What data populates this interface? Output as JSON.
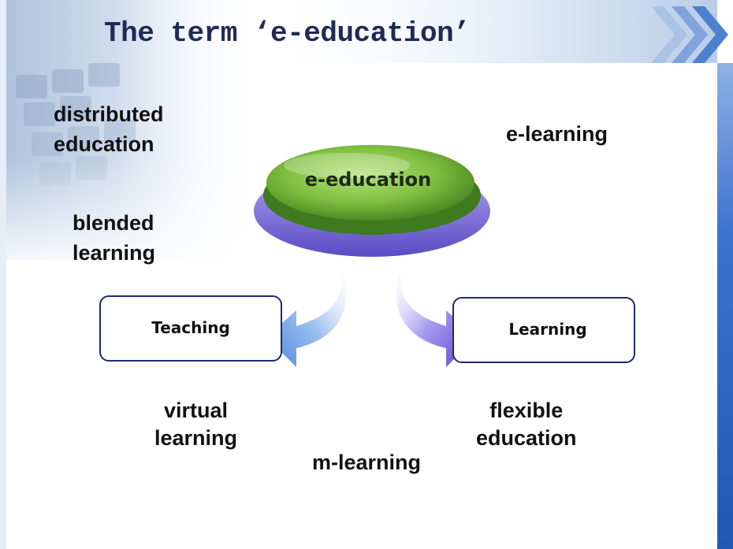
{
  "title": "The term ‘e-education’",
  "center": {
    "label": "e-education"
  },
  "terms": {
    "distributed_education": [
      "distributed",
      "education"
    ],
    "e_learning": [
      "e-learning"
    ],
    "blended_learning": [
      "blended",
      "learning"
    ],
    "virtual_learning": [
      "virtual",
      "learning"
    ],
    "flexible_education": [
      "flexible",
      "education"
    ],
    "m_learning": [
      "m-learning"
    ]
  },
  "boxes": {
    "teaching": "Teaching",
    "learning": "Learning"
  },
  "colors": {
    "title": "#1f2a55",
    "ellipse_green": "#7fbf3f",
    "ellipse_base": "#7b6fd1",
    "arrow_blue": "#5b8fe0",
    "arrow_purple": "#6a4fd6",
    "box_border": "#1f2a6e",
    "right_bar": "#2b5fc4"
  }
}
